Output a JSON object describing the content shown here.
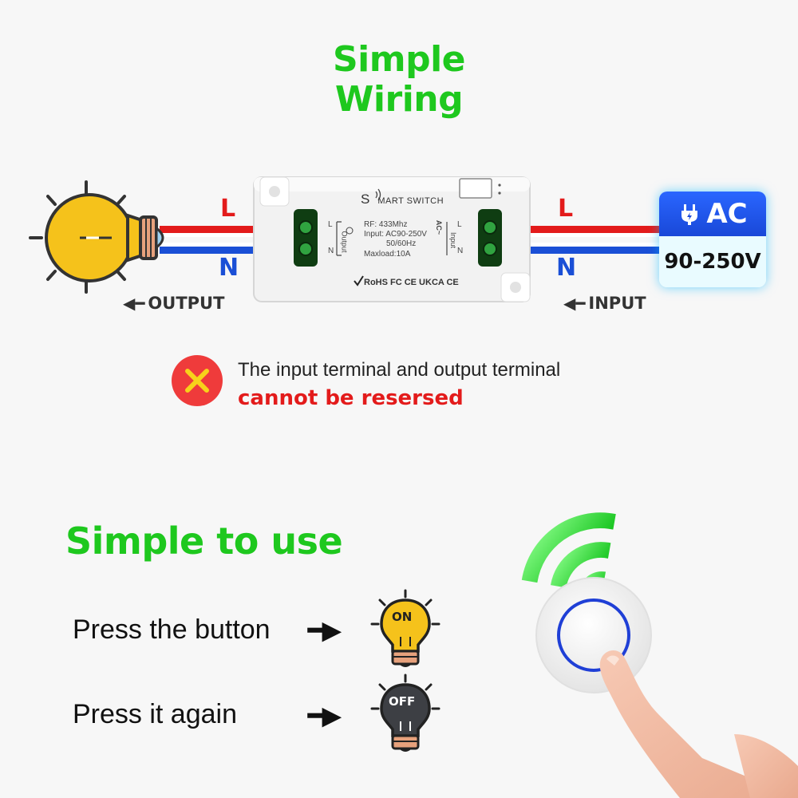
{
  "wiring": {
    "title_line1": "Simple",
    "title_line2": "Wiring",
    "left_L": "L",
    "left_N": "N",
    "right_L": "L",
    "right_N": "N",
    "output_label": "OUTPUT",
    "input_label": "INPUT",
    "ac_label": "AC",
    "voltage": "90-250V"
  },
  "device": {
    "brand_s": "S",
    "brand_rest": "MART SWITCH",
    "rf": "RF: 433Mhz",
    "input": "Input: AC90-250V",
    "freq": "50/60Hz",
    "maxload": "Maxload:10A",
    "output_side": "Output",
    "input_side": "Input",
    "ac_side": "AC~",
    "L": "L",
    "N": "N",
    "certs": "RoHS  FC  CE  UKCA  CE"
  },
  "warning": {
    "line1": "The input terminal and output terminal",
    "line2": "cannot be resersed"
  },
  "usage": {
    "title": "Simple to use",
    "step1": "Press the button",
    "step2": "Press it again",
    "on_label": "ON",
    "off_label": "OFF"
  },
  "colors": {
    "title_green": "#1ec81e",
    "live_red": "#e31b1b",
    "neutral_blue": "#1a4fd6",
    "bulb_yellow": "#f5c21b",
    "button_ring": "#1f3fd6"
  }
}
